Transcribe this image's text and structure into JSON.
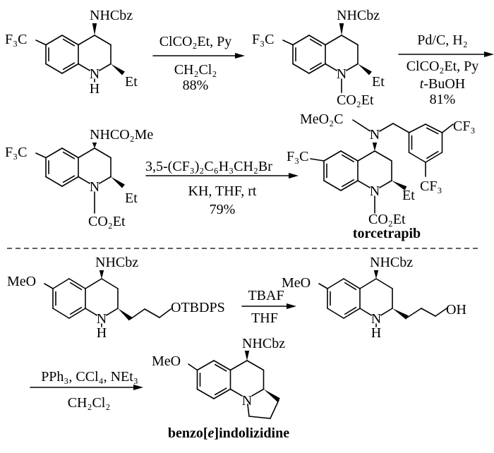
{
  "scheme1": {
    "start": {
      "cf3": "F₃C",
      "nhcbz": "NHCbz",
      "n": "N",
      "h": "H",
      "et": "Et"
    },
    "step1": {
      "above": "ClCO₂Et, Py",
      "below": "CH₂Cl₂",
      "yield": "88%"
    },
    "int1": {
      "cf3": "F₃C",
      "nhcbz": "NHCbz",
      "n": "N",
      "et": "Et",
      "co2et": "CO₂Et"
    },
    "step2": {
      "above": "Pd/C, H₂",
      "below": "ClCO₂Et, Py",
      "solvent_prefix": "t",
      "solvent_rest": "-BuOH",
      "yield": "81%"
    },
    "int2": {
      "cf3": "F₃C",
      "nhco2me": "NHCO₂Me",
      "n": "N",
      "et": "Et",
      "co2et": "CO₂Et"
    },
    "step3": {
      "above": "3,5-(CF₃)₂C₆H₃CH₂Br",
      "below": "KH, THF, rt",
      "yield": "79%"
    },
    "product": {
      "meo2c": "MeO₂C",
      "n_amine": "N",
      "cf3_core": "F₃C",
      "cf3_top": "CF₃",
      "cf3_bottom": "CF₃",
      "n": "N",
      "et": "Et",
      "co2et": "CO₂Et",
      "name": "torcetrapib"
    }
  },
  "scheme2": {
    "start": {
      "meo": "MeO",
      "nhcbz": "NHCbz",
      "n": "N",
      "h": "H",
      "otbdps": "OTBDPS"
    },
    "step1": {
      "above": "TBAF",
      "below": "THF"
    },
    "int1": {
      "meo": "MeO",
      "nhcbz": "NHCbz",
      "n": "N",
      "h": "H",
      "oh": "OH"
    },
    "step2": {
      "above": "PPh₃, CCl₄, NEt₃",
      "below": "CH₂Cl₂"
    },
    "product": {
      "meo": "MeO",
      "nhcbz": "NHCbz",
      "n": "N",
      "name_prefix": "benzo[",
      "name_italic": "e",
      "name_suffix": "]indolizidine"
    }
  }
}
